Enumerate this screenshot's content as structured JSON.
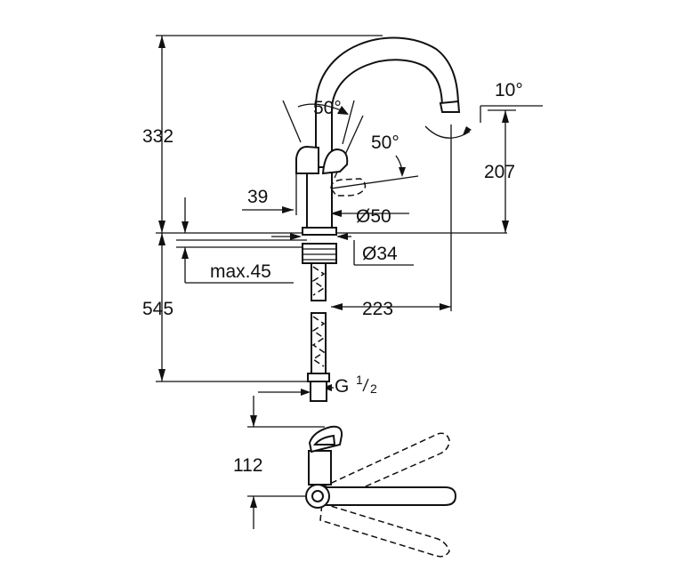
{
  "diagram": {
    "dimensions": {
      "total_height_top": "332",
      "spout_height": "207",
      "handle_angle_front": "50°",
      "handle_angle_side": "50°",
      "spout_angle": "10°",
      "handle_offset": "39",
      "body_diameter": "Ø50",
      "hole_diameter": "Ø34",
      "max_deck": "max.45",
      "total_length_below": "545",
      "spout_reach": "223",
      "thread_letter": "G",
      "thread_numerator": "1",
      "thread_denominator": "2",
      "handle_depth": "112"
    }
  }
}
